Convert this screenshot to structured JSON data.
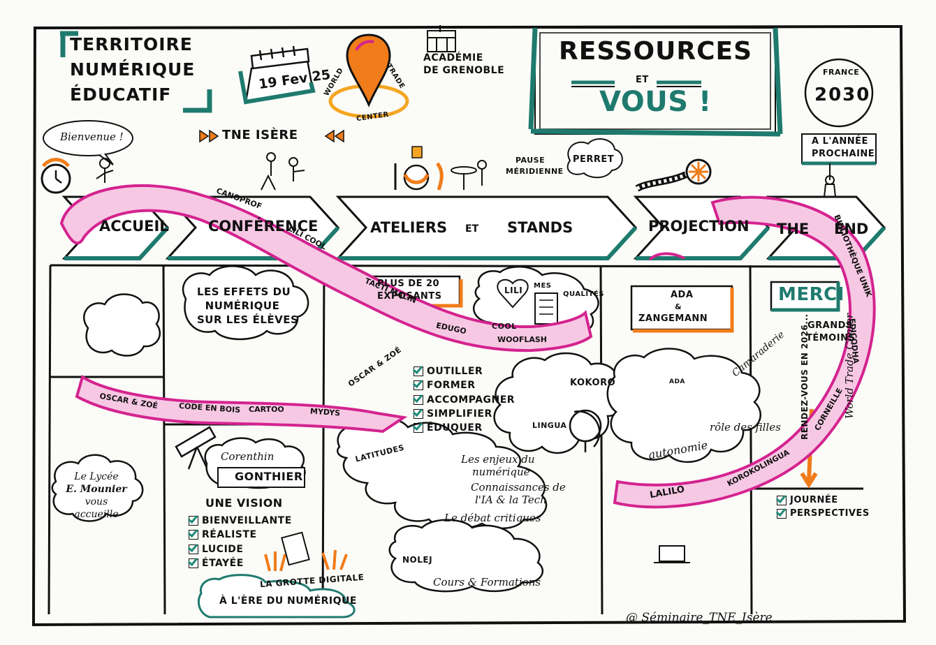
{
  "header": {
    "territoire": [
      "Territoire",
      "Numérique",
      "Éducatif"
    ],
    "date": "19 Fev 25",
    "venue": [
      "World",
      "Trade",
      "Center"
    ],
    "academie": [
      "Académie",
      "de Grenoble"
    ],
    "tne": "TNE Isère",
    "ressources": "Ressources",
    "et": "et",
    "vous": "Vous !",
    "france_label": "France",
    "france_year": "2030"
  },
  "top": {
    "bienvenue": "Bienvenue !",
    "pause": [
      "Pause",
      "méridienne"
    ],
    "perret": "Perret",
    "annee": [
      "A l'année",
      "prochaine"
    ]
  },
  "stages": [
    "Accueil",
    "Conférence",
    "Ateliers",
    "et",
    "Stands",
    "Projection",
    "The",
    "End"
  ],
  "ribbon_top": [
    "Canoprof",
    "Lili Cool",
    "Tacti Malin",
    "Edugo",
    "Wooflash"
  ],
  "ribbon_bottom": [
    "Oscar & Zoé",
    "Code en bois",
    "Cartoo",
    "Mydys"
  ],
  "ribbon_right": [
    "Bibliothèque Unik",
    "Edicodha",
    "Corneille",
    "Korokolingua",
    "Lalilo"
  ],
  "conference": [
    "Les effets du",
    "numérique",
    "sur les élèves"
  ],
  "exposants": [
    "Plus de 20",
    "exposants"
  ],
  "lili": {
    "name": "Lili",
    "cool": "Cool",
    "mes": "Mes",
    "qualites": "qualités"
  },
  "oscar": "Oscar & Zoé",
  "verbs": [
    "Outiller",
    "Former",
    "Accompagner",
    "Simplifier",
    "Éduquer"
  ],
  "kokoro": "Kokoro",
  "lingua": "Lingua",
  "corenthin": {
    "first": "Corenthin",
    "last": "Gonthier"
  },
  "vision": {
    "title": "Une vision",
    "items": [
      "Bienveillante",
      "Réaliste",
      "Lucide",
      "Étayée"
    ]
  },
  "lycee": [
    "Le Lycée",
    "E. Mounier",
    "vous",
    "accueille"
  ],
  "grotte": [
    "La grotte digitale",
    "à l'ère du numérique"
  ],
  "latitudes": {
    "name": "Latitudes",
    "items": [
      "Les enjeux du",
      "numérique",
      "Connaissances de",
      "l'IA & la Tech",
      "Le débat critiques"
    ]
  },
  "nolej": {
    "name": "Nolej",
    "cours": "Cours & Formations"
  },
  "projection": {
    "ada": "Ada",
    "amp": "&",
    "zang": "Zangemann",
    "ada_book": "ADA"
  },
  "end": {
    "merci": "Merci",
    "grands": [
      "Grands",
      "témoins"
    ],
    "camaraderie": "Camaraderie",
    "role": "rôle des filles",
    "autonomie": "autonomie",
    "journee": "Journée",
    "perspectives": "Perspectives"
  },
  "side": {
    "rdv": "Rendez-vous en 2026...",
    "wtc": "World Trade Center"
  },
  "footer": "@ Séminaire_TNE_Isère",
  "colors": {
    "teal": "#1f7a6e",
    "magenta": "#d4238f",
    "orange": "#f07c1a",
    "pink": "#f7c8e4"
  }
}
